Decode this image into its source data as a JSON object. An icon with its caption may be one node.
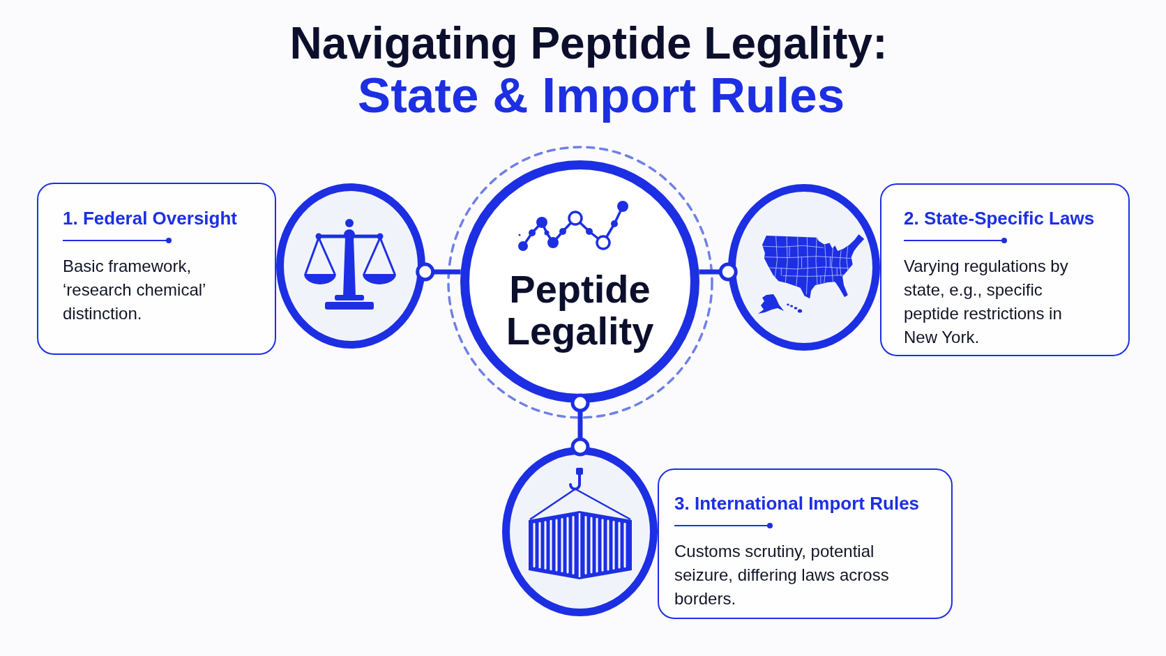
{
  "diagram": {
    "title": "Navigating Peptide Legality:",
    "nodes": [
      {
        "text": [
          "1. Federal Oversight",
          "Basic framework, ‘research chemical’ distinction."
        ]
      },
      {
        "text": [],
        "shape": "circle"
      },
      {
        "text": [
          "Peptide Legality"
        ]
      },
      {
        "text": [],
        "shape": "circle"
      },
      {
        "text": [
          "2. State-Specific Laws",
          "Varying regulations by state, e.g., specific peptide restrictions in New York."
        ]
      },
      {
        "text": [],
        "shape": "circle"
      },
      {
        "text": [
          "3. International Import Rules",
          "Customs scrutiny, potential seizure, differing laws across borders."
        ]
      }
    ],
    "edges": [
      {
        "from": 2,
        "to": 1,
        "arrow": "other"
      },
      {
        "from": 2,
        "to": 3,
        "arrow": "other"
      },
      {
        "from": 2,
        "to": 5,
        "arrow": "other"
      }
    ],
    "labels": [
      "State & Import Rules"
    ]
  }
}
